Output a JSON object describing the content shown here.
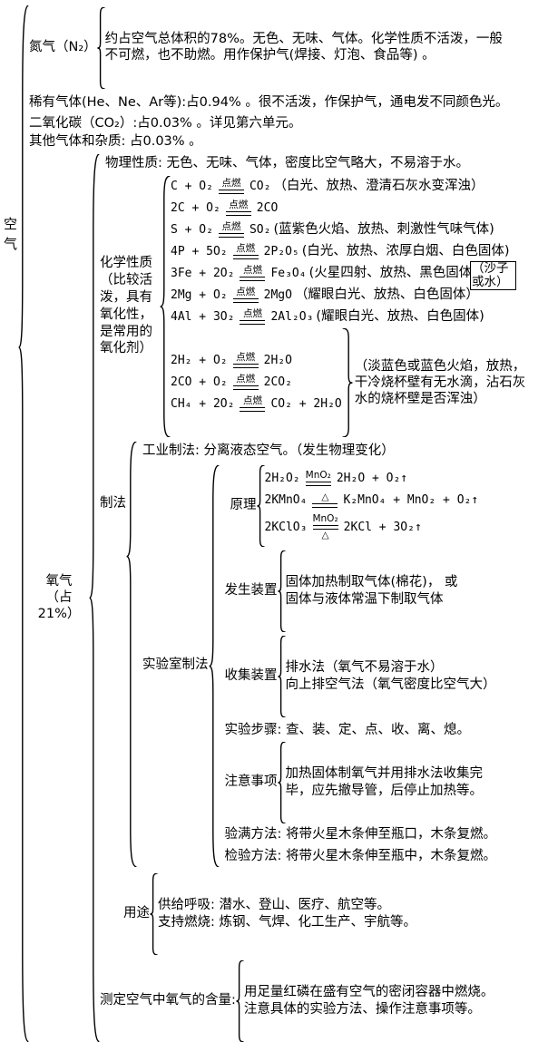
{
  "root": {
    "label": "空气"
  },
  "nitrogen": {
    "label": "氮气（N₂）",
    "text": "约占空气总体积的78%。无色、无味、气体。化学性质不活泼，一般不可燃，也不助燃。用作保护气(焊接、灯泡、食品等) 。"
  },
  "rare_gas": "稀有气体(He、Ne、Ar等):占0.94% 。很不活泼，作保护气，通电发不同颜色光。",
  "carbon_dioxide": "二氧化碳（CO₂）:占0.03% 。详见第六单元。",
  "others": "其他气体和杂质: 占0.03% 。",
  "oxygen": {
    "label": "氧气",
    "label2": "（占21%）",
    "physical": "物理性质: 无色、无味、气体，密度比空气略大，不易溶于水。",
    "chemical": {
      "label": "化学性质（比较活泼，具有氧化性，是常用的氧化剂）",
      "equations": [
        {
          "left": "C + O₂",
          "above": "点燃",
          "right": "CO₂",
          "note": "（白光、放热、澄清石灰水变浑浊）"
        },
        {
          "left": "2C + O₂",
          "above": "点燃",
          "right": "2CO",
          "note": ""
        },
        {
          "left": "S + O₂",
          "above": "点燃",
          "right": "SO₂",
          "note": "(蓝紫色火焰、放热、刺激性气味气体)"
        },
        {
          "left": "4P + 5O₂",
          "above": "点燃",
          "right": "2P₂O₅",
          "note": "(白光、放热、浓厚白烟、白色固体)"
        },
        {
          "left": "3Fe + 2O₂",
          "above": "点燃",
          "right": "Fe₃O₄",
          "note": "(火星四射、放热、黑色固体)"
        },
        {
          "left": "2Mg + O₂",
          "above": "点燃",
          "right": "2MgO",
          "note": "（耀眼白光、放热、白色固体）"
        },
        {
          "left": "4Al + 3O₂",
          "above": "点燃",
          "right": "2Al₂O₃",
          "note": "(耀眼白光、放热、白色固体)"
        }
      ],
      "boxed_note": "（沙子或水）",
      "group": {
        "equations": [
          {
            "left": "2H₂ + O₂",
            "above": "点燃",
            "right": "2H₂O"
          },
          {
            "left": "2CO + O₂",
            "above": "点燃",
            "right": "2CO₂"
          },
          {
            "left": "CH₄ + 2O₂",
            "above": "点燃",
            "right": "CO₂ + 2H₂O"
          }
        ],
        "note": "（淡蓝色或蓝色火焰，放热，干冷烧杯壁有无水滴，沾石灰水的烧杯壁是否浑浊）"
      }
    },
    "preparation": {
      "label": "制法",
      "industrial": "工业制法: 分离液态空气。（发生物理变化）",
      "lab": {
        "label": "实验室制法",
        "principle": {
          "label": "原理",
          "equations": [
            {
              "left": "2H₂O₂",
              "above": "MnO₂",
              "below": "",
              "right": "2H₂O + O₂↑"
            },
            {
              "left": "2KMnO₄",
              "above": "△",
              "below": "",
              "right": "K₂MnO₄ + MnO₂ + O₂↑"
            },
            {
              "left": "2KClO₃",
              "above": "MnO₂",
              "below": "△",
              "right": "2KCl + 3O₂↑"
            }
          ]
        },
        "generator": {
          "label": "发生装置",
          "line1": "固体加热制取气体(棉花)， 或",
          "line2": "固体与液体常温下制取气体"
        },
        "collection": {
          "label": "收集装置",
          "line1": "排水法（氧气不易溶于水）",
          "line2": "向上排空气法（氧气密度比空气大）"
        },
        "steps": "实验步骤: 查、装、定、点、收、离、熄。",
        "cautions": {
          "label": "注意事项",
          "line1": "加热固体制氧气并用排水法收集完",
          "line2": "毕，应先撤导管，后停止加热等。"
        },
        "full_test": "验满方法: 将带火星木条伸至瓶口，木条复燃。",
        "identify_test": "检验方法: 将带火星木条伸至瓶中，木条复燃。"
      }
    },
    "uses": {
      "label": "用途",
      "line1": "供给呼吸: 潜水、登山、医疗、航空等。",
      "line2": "支持燃烧: 炼钢、气焊、化工生产、宇航等。"
    },
    "measure": {
      "label": "测定空气中氧气的含量:",
      "line1": "用足量红磷在盛有空气的密闭容器中燃烧。",
      "line2": "注意具体的实验方法、操作注意事项等。"
    }
  }
}
